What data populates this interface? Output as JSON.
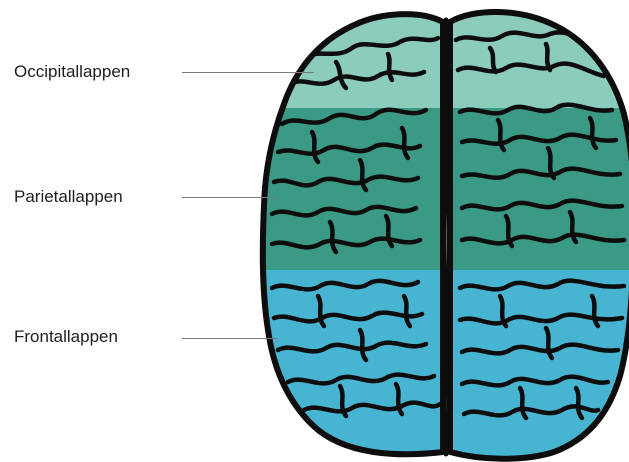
{
  "diagram": {
    "labels": {
      "occipital": "Occipitallappen",
      "parietal": "Parietallappen",
      "frontal": "Frontallappen"
    },
    "lobe_colors": {
      "occipital": "#8cccbc",
      "parietal": "#3a9a85",
      "frontal": "#47b4d2",
      "outline": "#0d0d0d"
    },
    "icons": {
      "brain": "brain-top-view-illustration"
    }
  }
}
